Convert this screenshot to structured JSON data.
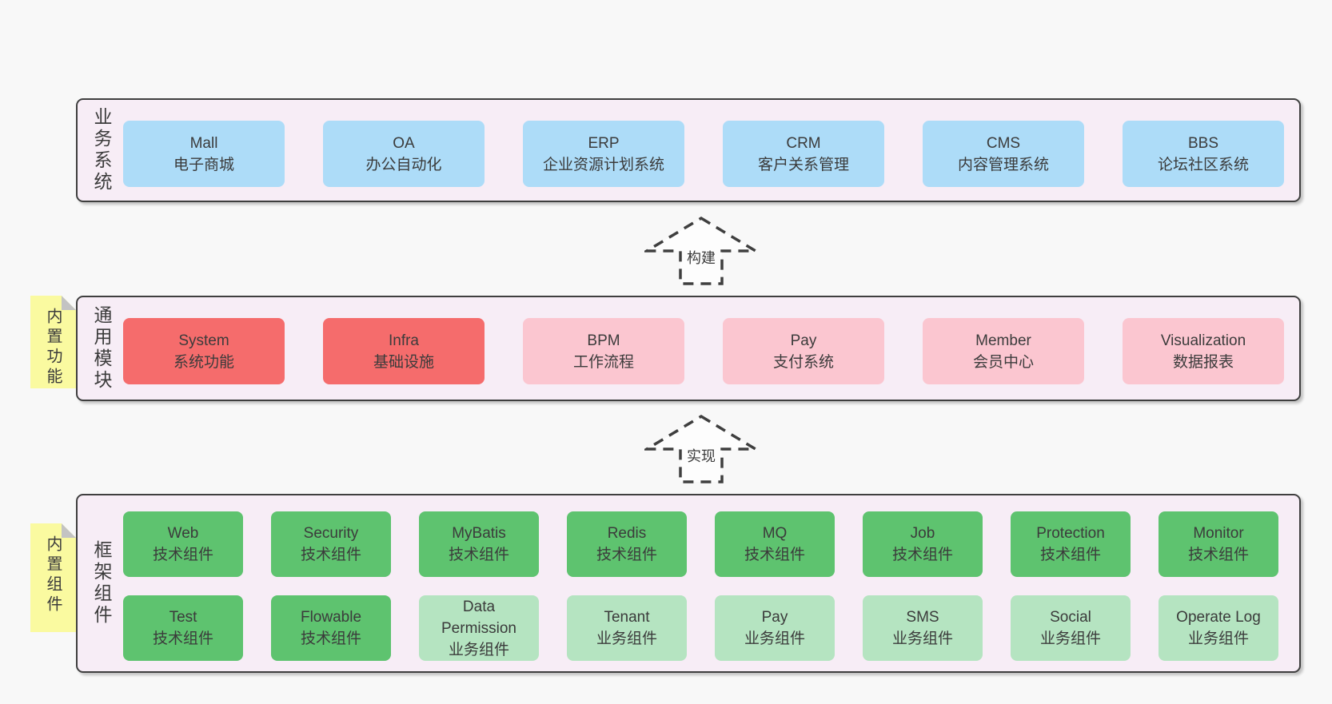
{
  "colors": {
    "page-bg": "#f8f8f8",
    "band-bg": "#f7edf6",
    "band-border": "#3f3f3f",
    "text": "#3b3b3b",
    "blue": "#addcf8",
    "red": "#f56c6c",
    "pink": "#fbc6d0",
    "green": "#5ec36f",
    "light-green": "#b5e4c1",
    "sticky-yellow": "#fafaa0",
    "sticky-fold": "#c3c3c3",
    "arrow-fill": "#fdfdfd"
  },
  "bands": [
    {
      "label": "业务系统",
      "rows": [
        [
          {
            "title": "Mall",
            "subtitle": "电子商城",
            "variant": "blue"
          },
          {
            "title": "OA",
            "subtitle": "办公自动化",
            "variant": "blue"
          },
          {
            "title": "ERP",
            "subtitle": "企业资源计划系统",
            "variant": "blue"
          },
          {
            "title": "CRM",
            "subtitle": "客户关系管理",
            "variant": "blue"
          },
          {
            "title": "CMS",
            "subtitle": "内容管理系统",
            "variant": "blue"
          },
          {
            "title": "BBS",
            "subtitle": "论坛社区系统",
            "variant": "blue"
          }
        ]
      ]
    },
    {
      "label": "通用模块",
      "sticky": "内置功能",
      "rows": [
        [
          {
            "title": "System",
            "subtitle": "系统功能",
            "variant": "red"
          },
          {
            "title": "Infra",
            "subtitle": "基础设施",
            "variant": "red"
          },
          {
            "title": "BPM",
            "subtitle": "工作流程",
            "variant": "pink"
          },
          {
            "title": "Pay",
            "subtitle": "支付系统",
            "variant": "pink"
          },
          {
            "title": "Member",
            "subtitle": "会员中心",
            "variant": "pink"
          },
          {
            "title": "Visualization",
            "subtitle": "数据报表",
            "variant": "pink"
          }
        ]
      ]
    },
    {
      "label": "框架组件",
      "sticky": "内置组件",
      "rows": [
        [
          {
            "title": "Web",
            "subtitle": "技术组件",
            "variant": "green"
          },
          {
            "title": "Security",
            "subtitle": "技术组件",
            "variant": "green"
          },
          {
            "title": "MyBatis",
            "subtitle": "技术组件",
            "variant": "green"
          },
          {
            "title": "Redis",
            "subtitle": "技术组件",
            "variant": "green"
          },
          {
            "title": "MQ",
            "subtitle": "技术组件",
            "variant": "green"
          },
          {
            "title": "Job",
            "subtitle": "技术组件",
            "variant": "green"
          },
          {
            "title": "Protection",
            "subtitle": "技术组件",
            "variant": "green"
          },
          {
            "title": "Monitor",
            "subtitle": "技术组件",
            "variant": "green"
          }
        ],
        [
          {
            "title": "Test",
            "subtitle": "技术组件",
            "variant": "green"
          },
          {
            "title": "Flowable",
            "subtitle": "技术组件",
            "variant": "green"
          },
          {
            "title": "Data Permission",
            "subtitle": "业务组件",
            "variant": "light-green"
          },
          {
            "title": "Tenant",
            "subtitle": "业务组件",
            "variant": "light-green"
          },
          {
            "title": "Pay",
            "subtitle": "业务组件",
            "variant": "light-green"
          },
          {
            "title": "SMS",
            "subtitle": "业务组件",
            "variant": "light-green"
          },
          {
            "title": "Social",
            "subtitle": "业务组件",
            "variant": "light-green"
          },
          {
            "title": "Operate Log",
            "subtitle": "业务组件",
            "variant": "light-green"
          }
        ]
      ]
    }
  ],
  "arrows": [
    {
      "label": "构建"
    },
    {
      "label": "实现"
    }
  ]
}
